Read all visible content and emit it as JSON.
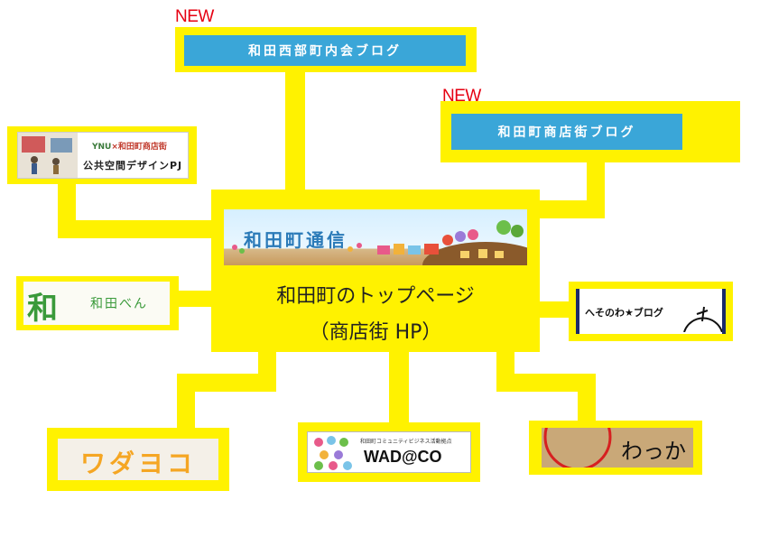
{
  "center": {
    "title_line1": "和田町のトップページ",
    "title_line2": "（商店街 HP）",
    "banner_text": "和田町通信"
  },
  "top_blog": {
    "badge": "NEW",
    "label": "和田西部町内会ブログ"
  },
  "right_blog": {
    "badge": "NEW",
    "label": "和田町商店街ブログ"
  },
  "ynu": {
    "line1_a": "YNU",
    "line1_b": "×和田町商店街",
    "line2": "公共空間デザインPJ"
  },
  "wadaben": {
    "logo": "和",
    "label": "和田べん"
  },
  "hesowa": {
    "label": "へそのわ★ブログ"
  },
  "wagayoko": {
    "label": "ワダヨコ"
  },
  "wadaco": {
    "caption": "和田町コミュニティビジネス活動拠点",
    "label": "WAD@CO"
  },
  "wakka": {
    "label": "わっか"
  },
  "colors": {
    "connector": "#fff200",
    "blue_banner": "#3aa6d8",
    "new_badge": "#e60012",
    "wagayoko": "#f5a623",
    "wadaben": "#3a9a3a"
  }
}
